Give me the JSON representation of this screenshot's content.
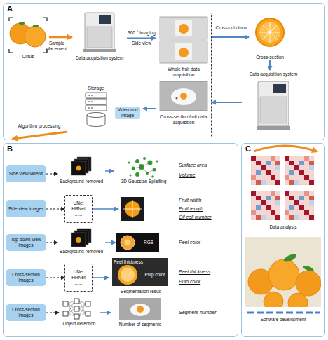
{
  "diagram": {
    "nodes": [
      {
        "text": [
          "A"
        ]
      },
      {
        "text": [
          "Citrus"
        ],
        "in": 0
      },
      {
        "text": [
          "Data acquisition system"
        ],
        "in": 0
      },
      {
        "text": [
          "Whole fruit data acquisition",
          "Cross-section fruit data acquisition"
        ],
        "in": 0
      },
      {
        "text": [
          "Cross-section"
        ],
        "in": 0
      },
      {
        "text": [
          "Data acquisition system"
        ],
        "in": 0
      },
      {
        "text": [
          "Storage",
          "Video and Image"
        ],
        "in": 0
      },
      {
        "text": [
          "B"
        ]
      },
      {
        "text": [
          "Side view videos"
        ],
        "in": 7
      },
      {
        "text": [
          "Background-removed"
        ],
        "in": 7
      },
      {
        "text": [
          "3D Gaussian Splatting"
        ],
        "in": 7
      },
      {
        "text": [
          "Side view images"
        ],
        "in": 7
      },
      {
        "text": [
          "UNet HRNet ......"
        ],
        "in": 7
      },
      {
        "text": [
          "Top-down view images"
        ],
        "in": 7
      },
      {
        "text": [
          "Background-removed"
        ],
        "in": 7
      },
      {
        "text": [
          "RGB"
        ],
        "in": 7
      },
      {
        "text": [
          "Cross-section images"
        ],
        "in": 7
      },
      {
        "text": [
          "UNet HRNet ......"
        ],
        "in": 7
      },
      {
        "text": [
          "Peel thickness",
          "Pulp color",
          "Segmentation result"
        ],
        "in": 7
      },
      {
        "text": [
          "Cross-section images"
        ],
        "in": 7
      },
      {
        "text": [
          "Object detection"
        ],
        "in": 7
      },
      {
        "text": [
          "Number of segments"
        ],
        "in": 7
      },
      {
        "text": [
          "C"
        ]
      }
    ],
    "edges": [
      {
        "from": 1,
        "to": 2,
        "arrow": "to"
      },
      {
        "from": 2,
        "to": 3,
        "arrow": "to"
      },
      {
        "from": 3,
        "to": 4,
        "arrow": "to"
      },
      {
        "from": 4,
        "to": 5,
        "arrow": "to"
      },
      {
        "from": 5,
        "to": 3,
        "arrow": "to"
      },
      {
        "from": 3,
        "to": 6,
        "arrow": "to"
      },
      {
        "from": 8,
        "to": 9,
        "arrow": "to"
      },
      {
        "from": 9,
        "to": 10,
        "arrow": "to"
      },
      {
        "from": 11,
        "to": 12,
        "arrow": "to"
      },
      {
        "from": 13,
        "to": 14,
        "arrow": "to"
      },
      {
        "from": 14,
        "to": 15,
        "arrow": "to"
      },
      {
        "from": 16,
        "to": 17,
        "arrow": "to"
      },
      {
        "from": 17,
        "to": 18,
        "arrow": "to"
      },
      {
        "from": 19,
        "to": 20,
        "arrow": "to"
      },
      {
        "from": 20,
        "to": 21,
        "arrow": "to"
      }
    ],
    "labels": [
      "Sample placement",
      "360 ° imaging",
      "Side view",
      "Cross cut citrus",
      "Algorithm processing",
      "Surface area",
      "Volume",
      "Fruit width",
      "Fruit length",
      "Oil cell number",
      "Peel color",
      "Peel thickness",
      "Pulp color",
      "Segment number",
      "Data analysis",
      "Software development"
    ]
  }
}
